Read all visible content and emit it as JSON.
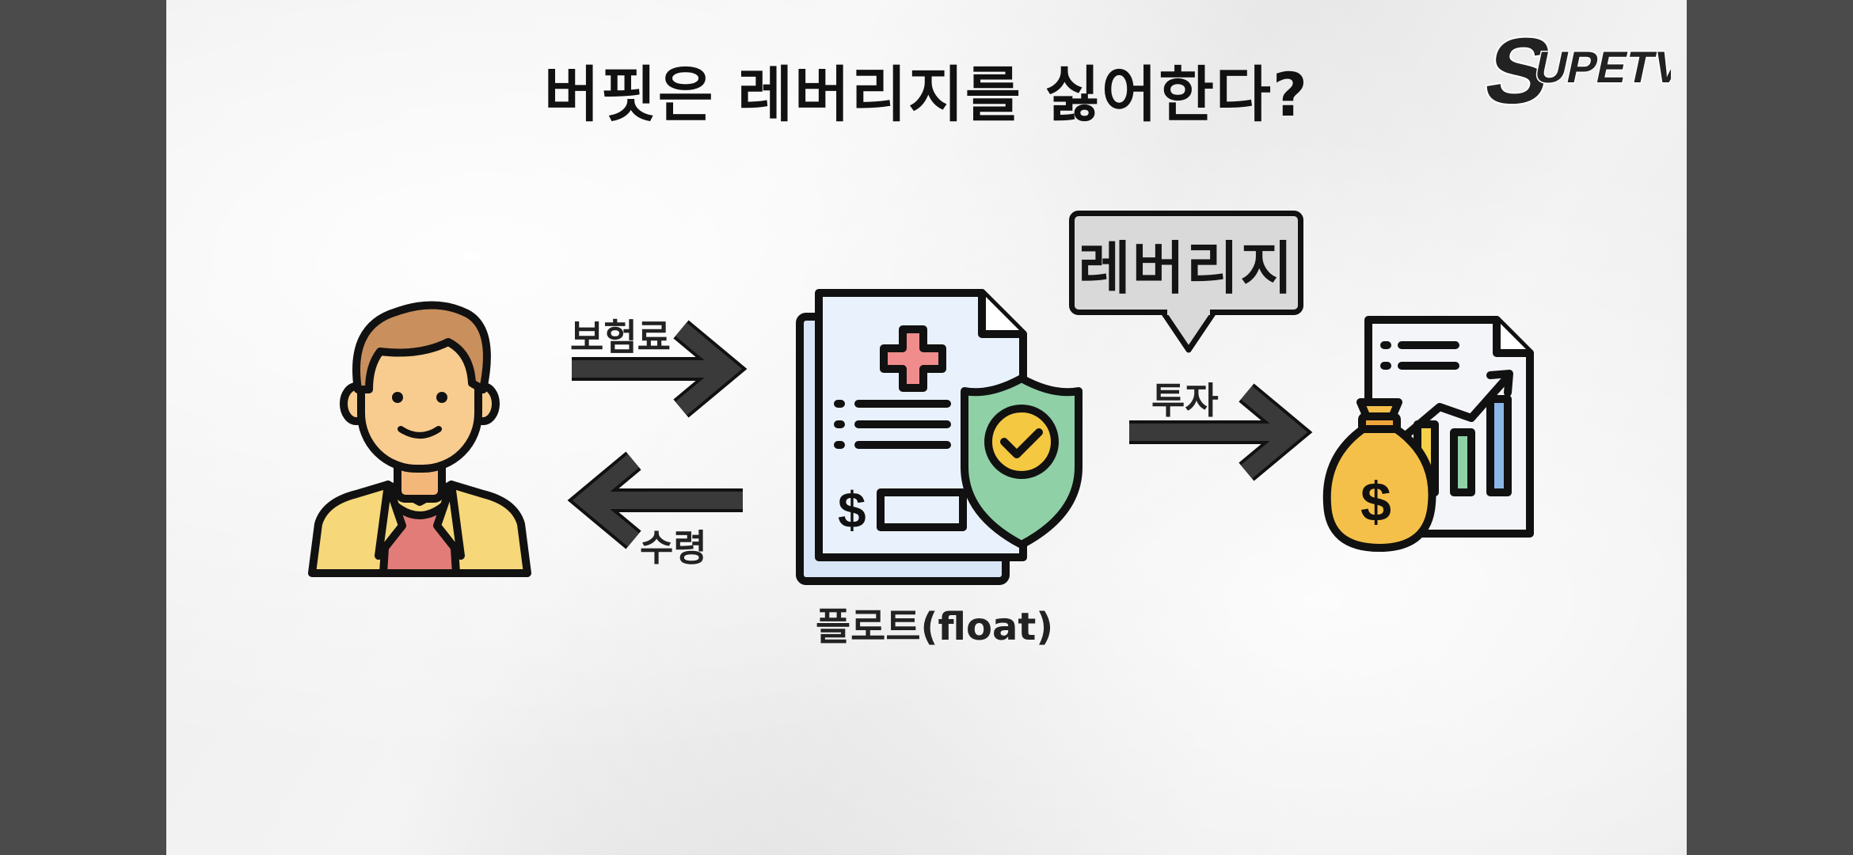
{
  "title": "버핏은 레버리지를 싫어한다?",
  "logo_text": "SUPETV",
  "labels": {
    "premium": "보험료",
    "receive": "수령",
    "invest": "투자",
    "leverage": "레버리지",
    "float": "플로트(float)"
  },
  "colors": {
    "outline": "#111111",
    "arrow": "#3a3a3a",
    "skin": "#f8cc8e",
    "hair": "#c98f5d",
    "jacket": "#f6d77a",
    "shirt": "#e27c78",
    "document": "#e6f0fb",
    "shield": "#8fd0a6",
    "check": "#f5c842",
    "cross": "#f08c8c",
    "moneybag": "#f5c04a"
  }
}
